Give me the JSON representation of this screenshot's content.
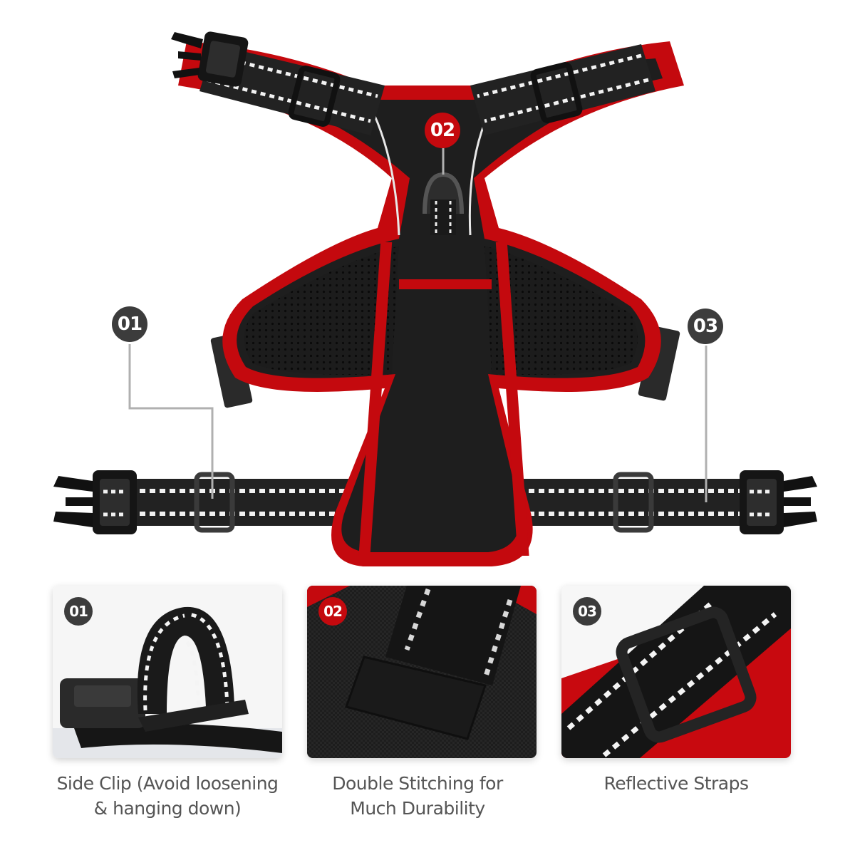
{
  "colors": {
    "accent_red": "#c4090e",
    "harness_black": "#1e1e1e",
    "badge_dark": "#3c3c3c",
    "caption_gray": "#555555",
    "leader_line": "#b0b0b0"
  },
  "hero": {
    "callouts": [
      {
        "number": "01",
        "feature": "side-clip",
        "badge_color": "#3c3c3c"
      },
      {
        "number": "02",
        "feature": "double-stitching",
        "badge_color": "#c4090e"
      },
      {
        "number": "03",
        "feature": "reflective-straps",
        "badge_color": "#3c3c3c"
      }
    ]
  },
  "features": [
    {
      "number": "01",
      "caption_line1": "Side Clip (Avoid loosening",
      "caption_line2": "& hanging down)"
    },
    {
      "number": "02",
      "caption_line1": "Double Stitching for",
      "caption_line2": "Much Durability"
    },
    {
      "number": "03",
      "caption_line1": "Reflective Straps",
      "caption_line2": ""
    }
  ]
}
